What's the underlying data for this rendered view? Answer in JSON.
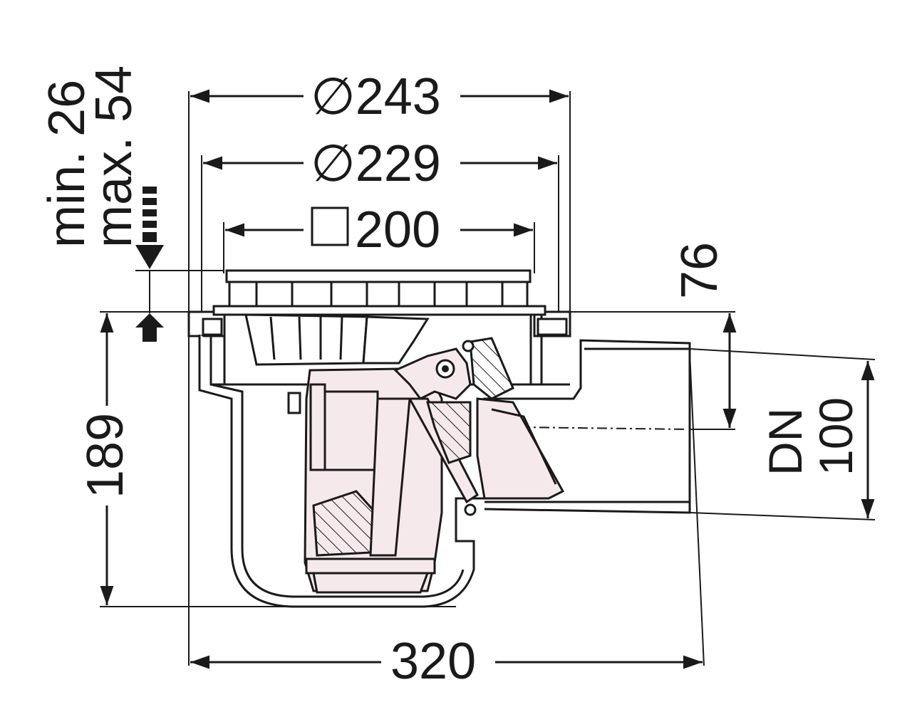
{
  "dimensions": {
    "d243": {
      "symbol": "∅",
      "value": "243"
    },
    "d229": {
      "symbol": "∅",
      "value": "229"
    },
    "sq200": {
      "symbol": "□",
      "value": "200"
    },
    "h76": "76",
    "h189": "189",
    "w320": "320",
    "dn": {
      "label": "DN",
      "value": "100"
    },
    "adjust_min": "min. 26",
    "adjust_max": "max. 54"
  },
  "colors": {
    "line": "#1a1a1a",
    "insert_fill": "#f6e9ec",
    "background": "#ffffff"
  }
}
